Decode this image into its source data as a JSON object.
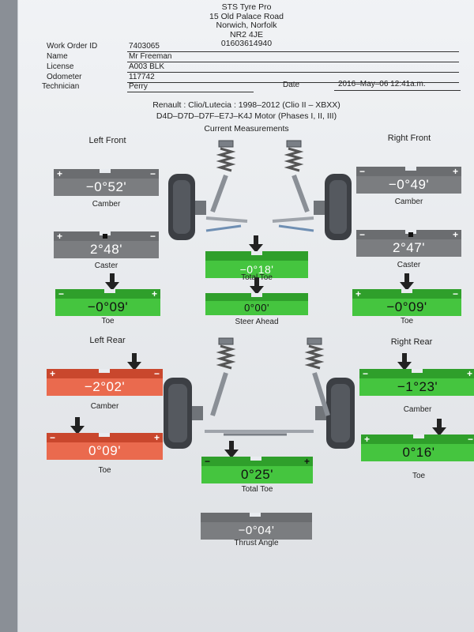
{
  "company": {
    "name": "STS Tyre Pro",
    "street": "15 Old Palace Road",
    "city": "Norwich, Norfolk",
    "postcode": "NR2 4JE",
    "phone": "01603614940"
  },
  "record": {
    "work_order_label": "Work Order ID",
    "work_order": "7403065",
    "name_label": "Name",
    "name": "Mr Freeman",
    "license_label": "License",
    "license": "A003 BLK",
    "odometer_label": "Odometer",
    "odometer": "117742",
    "technician_label": "Technician",
    "technician": "Perry",
    "date_label": "Date",
    "date": "2016–May–06 12:41a.m."
  },
  "vehicle": {
    "line1": "Renault : Clio/Lutecia : 1998–2012 (Clio II – XBXX)",
    "line2": "D4D–D7D–D7F–E7J–K4J Motor (Phases I, II, III)"
  },
  "section_title": "Current Measurements",
  "front": {
    "left_label": "Left Front",
    "right_label": "Right Front",
    "left_camber": {
      "value": "−0°52'",
      "caption": "Camber",
      "status": "grey"
    },
    "right_camber": {
      "value": "−0°49'",
      "caption": "Camber",
      "status": "grey"
    },
    "left_caster": {
      "value": "2°48'",
      "caption": "Caster",
      "status": "grey"
    },
    "right_caster": {
      "value": "2°47'",
      "caption": "Caster",
      "status": "grey"
    },
    "total_toe": {
      "value": "−0°18'",
      "caption": "Total Toe",
      "status": "green"
    },
    "left_toe": {
      "value": "−0°09'",
      "caption": "Toe",
      "status": "green"
    },
    "right_toe": {
      "value": "−0°09'",
      "caption": "Toe",
      "status": "green"
    },
    "steer_ahead": {
      "value": "0°00'",
      "caption": "Steer Ahead",
      "status": "green"
    }
  },
  "rear": {
    "left_label": "Left Rear",
    "right_label": "Right Rear",
    "left_camber": {
      "value": "−2°02'",
      "caption": "Camber",
      "status": "red"
    },
    "right_camber": {
      "value": "−1°23'",
      "caption": "Camber",
      "status": "green"
    },
    "left_toe": {
      "value": "0°09'",
      "caption": "Toe",
      "status": "red"
    },
    "right_toe": {
      "value": "0°16'",
      "caption": "Toe",
      "status": "green"
    },
    "total_toe": {
      "value": "0°25'",
      "caption": "Total Toe",
      "status": "green"
    },
    "thrust_angle": {
      "value": "−0°04'",
      "caption": "Thrust Angle",
      "status": "grey"
    }
  },
  "plus_sign": "+",
  "minus_sign": "−"
}
